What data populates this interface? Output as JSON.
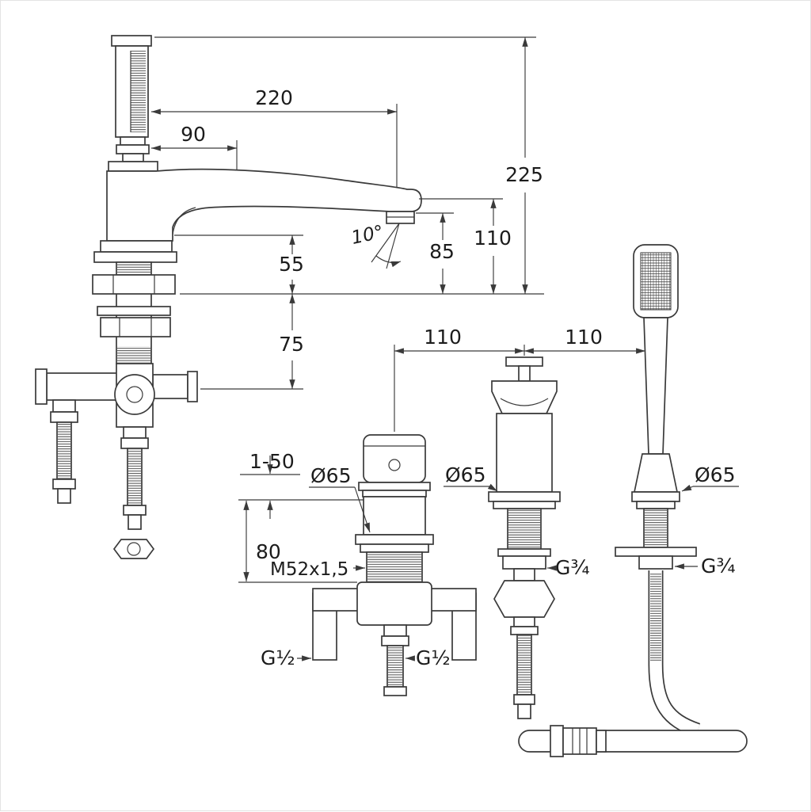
{
  "canvas": {
    "background": "#ffffff",
    "line_color": "#3a3a3a",
    "text_color": "#1c1c1c"
  },
  "labels": {
    "spout_reach": "220",
    "handle_offset": "90",
    "overall_height": "225",
    "spout_clearance": "110",
    "outlet_height": "85",
    "body_height": "55",
    "under_deck_depth": "75",
    "spray_angle": "10°",
    "spacing_left": "110",
    "spacing_right": "110",
    "deck_thickness": "1-50",
    "shank_length": "80",
    "valve_flange_dia": "Ø65",
    "diverter_flange_dia": "Ø65",
    "shower_flange_dia": "Ø65",
    "body_thread": "M52x1,5",
    "inlet_thread": "G½",
    "outlet_thread": "G½",
    "diverter_thread": "G¾",
    "shower_thread": "G¾"
  }
}
